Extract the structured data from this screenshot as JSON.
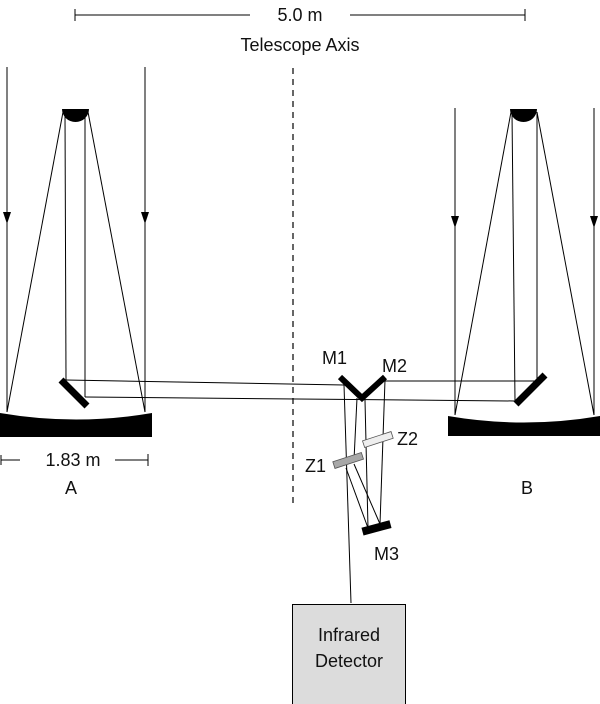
{
  "scale_top": {
    "value": "5.0 m",
    "caption": "Telescope Axis"
  },
  "scale_aperture": {
    "value": "1.83 m"
  },
  "telescopes": [
    {
      "label": "A"
    },
    {
      "label": "B"
    }
  ],
  "mirrors": {
    "m1": "M1",
    "m2": "M2",
    "m3": "M3",
    "z1": "Z1",
    "z2": "Z2"
  },
  "detector": {
    "line1": "Infrared",
    "line2": "Detector",
    "fill": "#dcdcdc"
  },
  "colors": {
    "z1": "#a8a8a8",
    "z2": "#eeeeee",
    "mirror": "#000000"
  }
}
